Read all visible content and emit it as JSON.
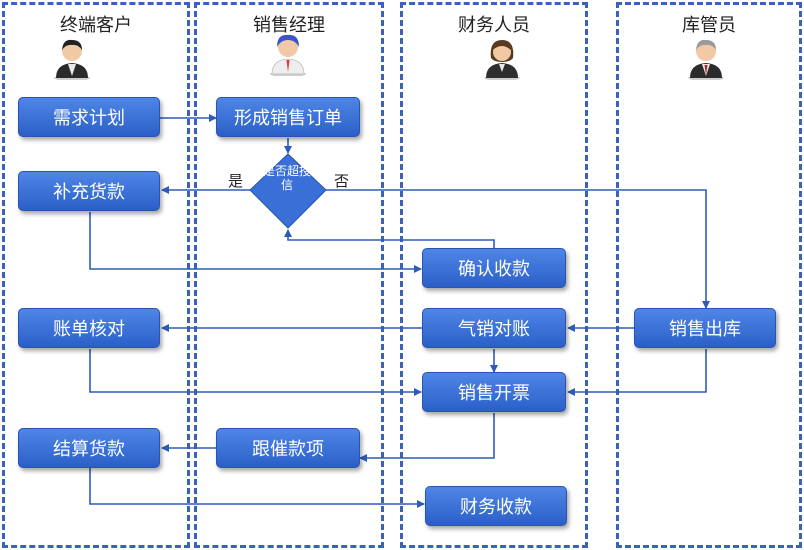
{
  "lanes": {
    "customer": "终端客户",
    "sales_manager": "销售经理",
    "finance": "财务人员",
    "warehouse": "库管员"
  },
  "nodes": {
    "demand_plan": "需求计划",
    "sales_order": "形成销售订单",
    "credit_check": "是否超授信",
    "replenish_payment": "补充货款",
    "confirm_receipt": "确认收款",
    "reconcile": "账单核对",
    "gas_reconcile": "气销对账",
    "sales_outbound": "销售出库",
    "sales_invoice": "销售开票",
    "settle_payment": "结算货款",
    "follow_up": "跟催款项",
    "finance_receipt": "财务收款"
  },
  "edge_labels": {
    "yes": "是",
    "no": "否"
  },
  "colors": {
    "box": "#3a6fd8",
    "lane_border": "#3a62b8",
    "arrow": "#2f5bb8"
  }
}
